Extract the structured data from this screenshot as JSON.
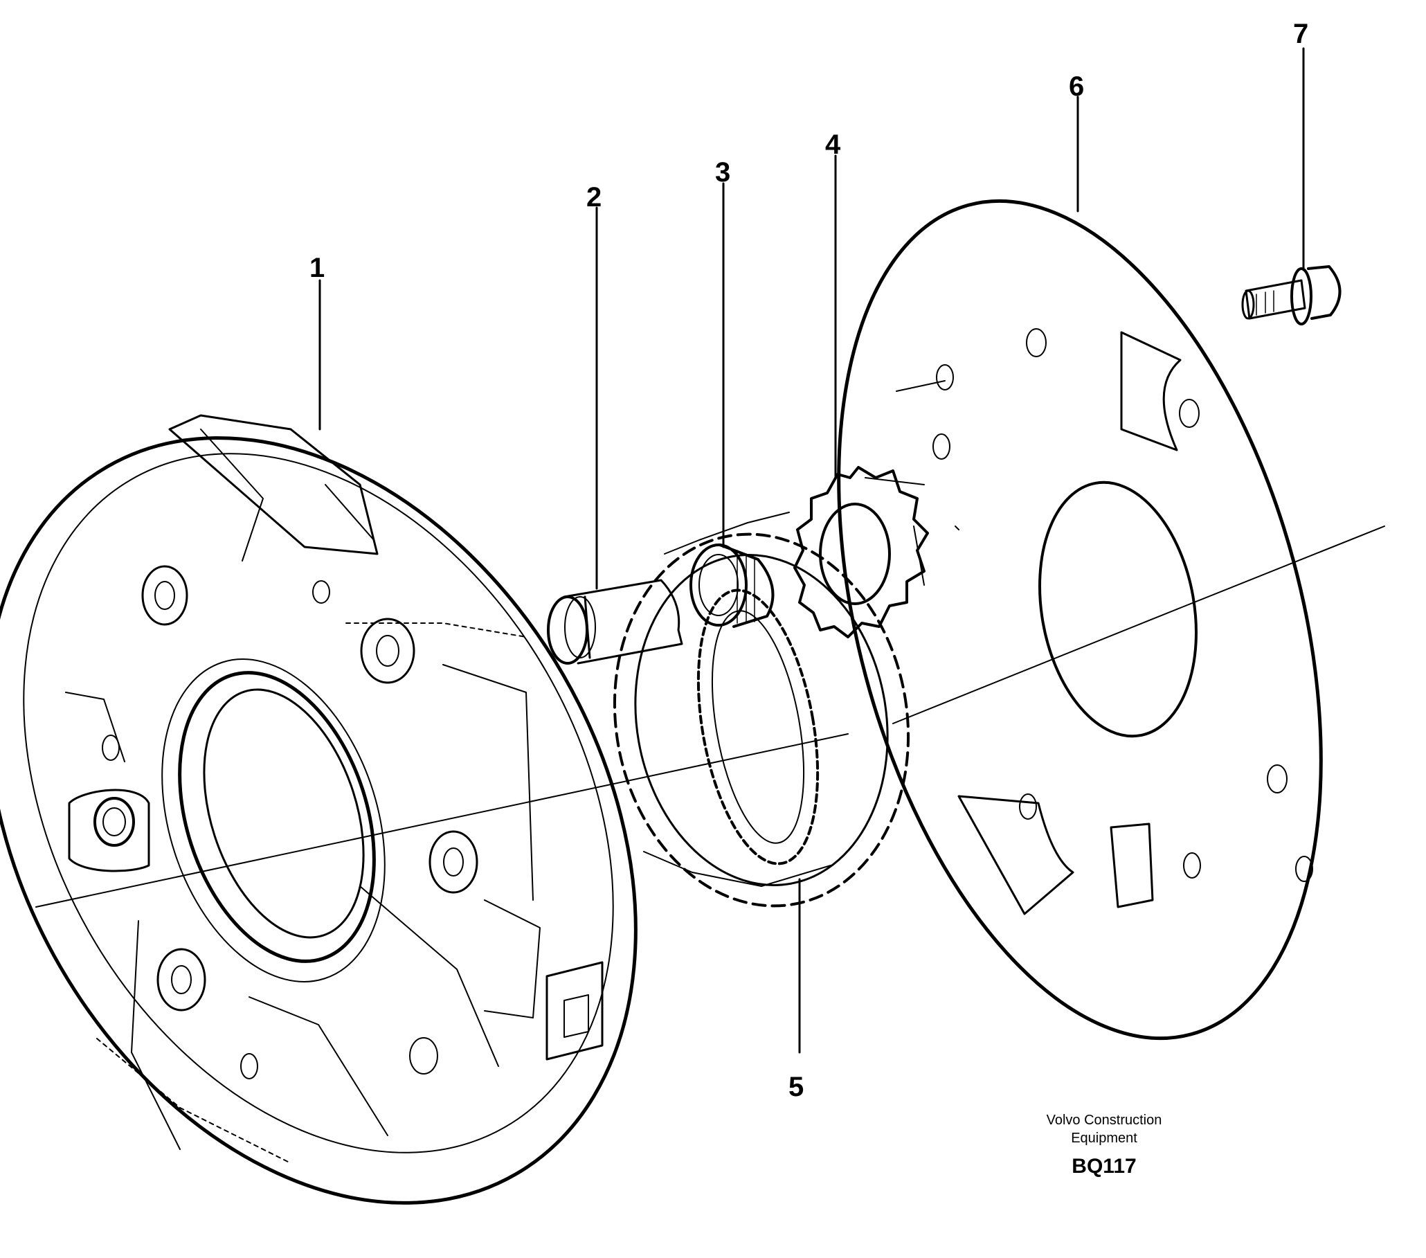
{
  "diagram": {
    "callouts": [
      {
        "id": "1",
        "label": "1"
      },
      {
        "id": "2",
        "label": "2"
      },
      {
        "id": "3",
        "label": "3"
      },
      {
        "id": "4",
        "label": "4"
      },
      {
        "id": "5",
        "label": "5"
      },
      {
        "id": "6",
        "label": "6"
      },
      {
        "id": "7",
        "label": "7"
      }
    ],
    "colors": {
      "line": "#000000",
      "background": "#ffffff"
    }
  },
  "caption": {
    "line1": "Volvo Construction",
    "line2": "Equipment",
    "code": "BQ117"
  }
}
